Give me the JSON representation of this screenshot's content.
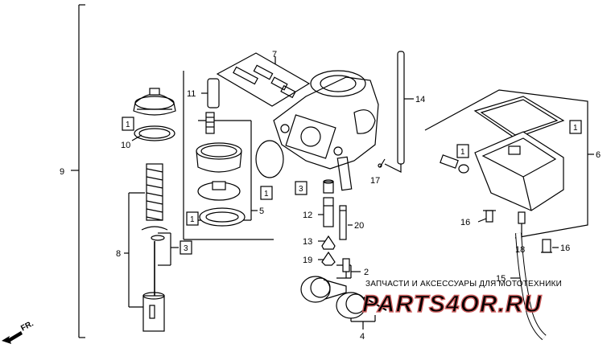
{
  "callouts": {
    "n1": "1",
    "n2": "2",
    "n3": "3",
    "n4": "4",
    "n5": "5",
    "n6": "6",
    "n7": "7",
    "n8": "8",
    "n9": "9",
    "n10": "10",
    "n11": "11",
    "n12": "12",
    "n13": "13",
    "n14": "14",
    "n15": "15",
    "n16": "16",
    "n17": "17",
    "n18": "18",
    "n19": "19",
    "n20": "20"
  },
  "direction_label": "FR.",
  "watermark": {
    "caption": "ЗАПЧАСТИ И АКСЕССУАРЫ ДЛЯ МОТОТЕХНИКИ",
    "logo": "PARTS4OR.RU"
  },
  "colors": {
    "line": "#000000",
    "logo": "#d06060",
    "caption": "#9a9a9a"
  }
}
